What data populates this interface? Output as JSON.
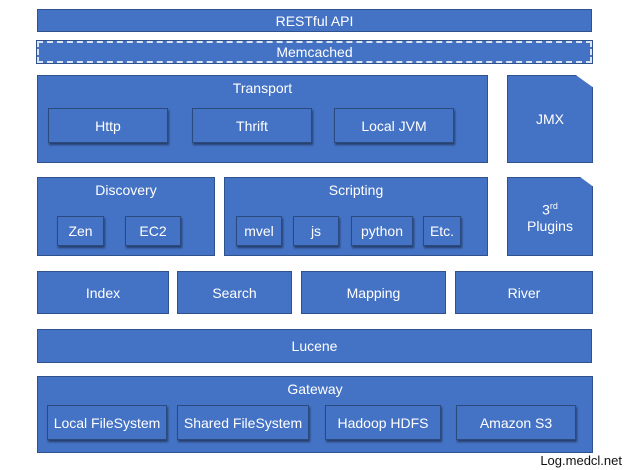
{
  "layers": {
    "restful_api": "RESTful API",
    "memcached": "Memcached",
    "transport": {
      "title": "Transport",
      "items": [
        "Http",
        "Thrift",
        "Local JVM"
      ]
    },
    "jmx": "JMX",
    "discovery": {
      "title": "Discovery",
      "items": [
        "Zen",
        "EC2"
      ]
    },
    "scripting": {
      "title": "Scripting",
      "items": [
        "mvel",
        "js",
        "python",
        "Etc."
      ]
    },
    "plugins": {
      "sup": "rd",
      "prefix": "3",
      "label": "Plugins"
    },
    "index": "Index",
    "search": "Search",
    "mapping": "Mapping",
    "river": "River",
    "lucene": "Lucene",
    "gateway": {
      "title": "Gateway",
      "items": [
        "Local FileSystem",
        "Shared FileSystem",
        "Hadoop HDFS",
        "Amazon S3"
      ]
    }
  },
  "watermark": "Log.medcl.net",
  "colors": {
    "box_fill": "#4472c4",
    "box_border": "#2f528f",
    "text": "#ffffff"
  }
}
